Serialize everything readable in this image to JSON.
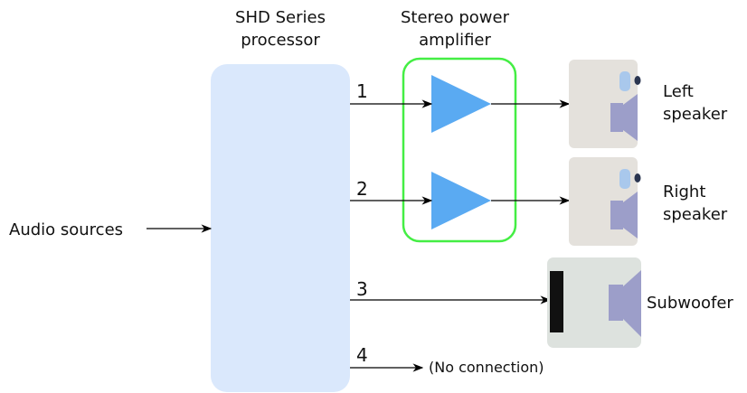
{
  "processor": {
    "title_line1": "SHD Series",
    "title_line2": "processor"
  },
  "amplifier": {
    "title_line1": "Stereo power",
    "title_line2": "amplifier"
  },
  "input": {
    "label": "Audio sources"
  },
  "channels": [
    {
      "number": "1"
    },
    {
      "number": "2"
    },
    {
      "number": "3"
    },
    {
      "number": "4",
      "note": "(No connection)"
    }
  ],
  "speakers": {
    "left": {
      "line1": "Left",
      "line2": "speaker"
    },
    "right": {
      "line1": "Right",
      "line2": "speaker"
    },
    "sub": {
      "label": "Subwoofer"
    }
  },
  "colors": {
    "processor_fill": "#dae8fc",
    "amp_border": "#44ee44",
    "amp_triangle": "#5aaaf2",
    "speaker_cabinet": "#e4e1dc",
    "sub_cabinet": "#dde2de",
    "driver": "#9c9ec9",
    "tweeter": "#a9c8ec",
    "tweeter_dot": "#2a3550",
    "sub_driver_face": "#111111"
  }
}
